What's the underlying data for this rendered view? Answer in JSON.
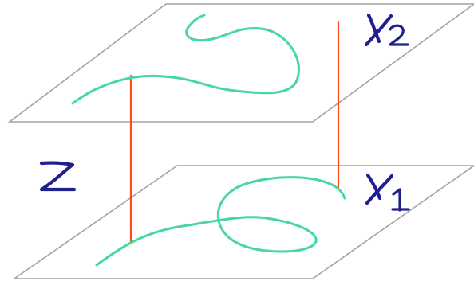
{
  "labels": {
    "top_plane": "X₂",
    "bottom_plane": "X₁",
    "left_label": "Z"
  },
  "colors": {
    "plane_stroke": "#a3a3a3",
    "curve": "#46d8a0",
    "fiber": "#ff4a1c",
    "label": "#1f1f8f"
  }
}
